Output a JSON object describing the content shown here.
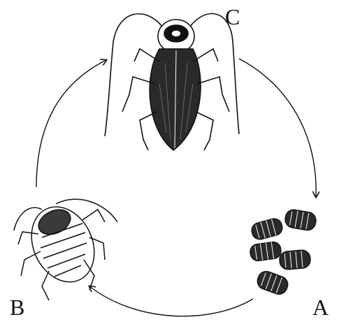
{
  "labels": {
    "c": "C",
    "b": "B",
    "a": "A"
  },
  "colors": {
    "ink": "#111111",
    "shade": "#2a2a2a",
    "paper": "#ffffff"
  },
  "stages": [
    {
      "id": "egg-cases",
      "label_key": "a",
      "icon": "ootheca-icon"
    },
    {
      "id": "nymph",
      "label_key": "b",
      "icon": "nymph-cockroach-icon"
    },
    {
      "id": "adult",
      "label_key": "c",
      "icon": "adult-cockroach-icon"
    }
  ],
  "cycle_order": [
    "C",
    "A",
    "B",
    "C"
  ]
}
